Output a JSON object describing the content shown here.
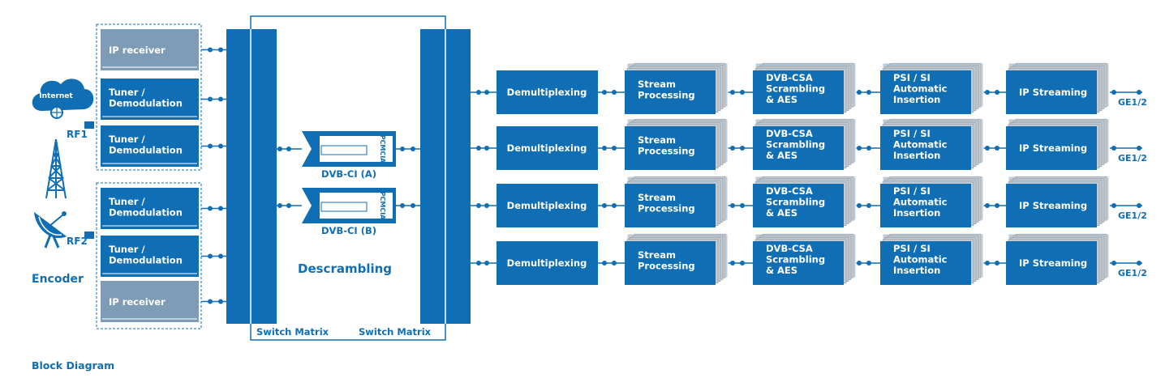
{
  "input_blocks": [
    {
      "label": "IP receiver",
      "kind": "ip"
    },
    {
      "label": "Tuner /\nDemodulation",
      "kind": "tuner"
    },
    {
      "label": "Tuner /\nDemodulation",
      "kind": "tuner"
    },
    {
      "label": "Tuner /\nDemodulation",
      "kind": "tuner"
    },
    {
      "label": "Tuner /\nDemodulation",
      "kind": "tuner"
    },
    {
      "label": "IP receiver",
      "kind": "ip"
    }
  ],
  "sources": {
    "internet_label": "Internet",
    "rf1_label": "RF1",
    "rf2_label": "RF2",
    "encoder_label": "Encoder"
  },
  "ci_modules": [
    {
      "label": "DVB-CI (A)",
      "card_text": "PCMCIA"
    },
    {
      "label": "DVB-CI (B)",
      "card_text": "PCMCIA"
    }
  ],
  "descrambling_label": "Descrambling",
  "switch_matrix_labels": [
    "Switch Matrix",
    "Switch Matrix"
  ],
  "channels": [
    {
      "demux": "Demultiplexing",
      "stream": "Stream\nProcessing",
      "scramble": "DVB-CSA\nScrambling\n& AES",
      "psi": "PSI / SI\nAutomatic\nInsertion",
      "ip": "IP Streaming",
      "output": "GE1/2"
    },
    {
      "demux": "Demultiplexing",
      "stream": "Stream\nProcessing",
      "scramble": "DVB-CSA\nScrambling\n& AES",
      "psi": "PSI / SI\nAutomatic\nInsertion",
      "ip": "IP Streaming",
      "output": "GE1/2"
    },
    {
      "demux": "Demultiplexing",
      "stream": "Stream\nProcessing",
      "scramble": "DVB-CSA\nScrambling\n& AES",
      "psi": "PSI / SI\nAutomatic\nInsertion",
      "ip": "IP Streaming",
      "output": "GE1/2"
    },
    {
      "demux": "Demultiplexing",
      "stream": "Stream\nProcessing",
      "scramble": "DVB-CSA\nScrambling\n& AES",
      "psi": "PSI / SI\nAutomatic\nInsertion",
      "ip": "IP Streaming",
      "output": "GE1/2"
    }
  ],
  "caption": "Block Diagram",
  "colors": {
    "primary_blue": "#0f6eb4",
    "receiver_gray": "#7e9cb6",
    "stack_gray": "#c3cbd3"
  }
}
